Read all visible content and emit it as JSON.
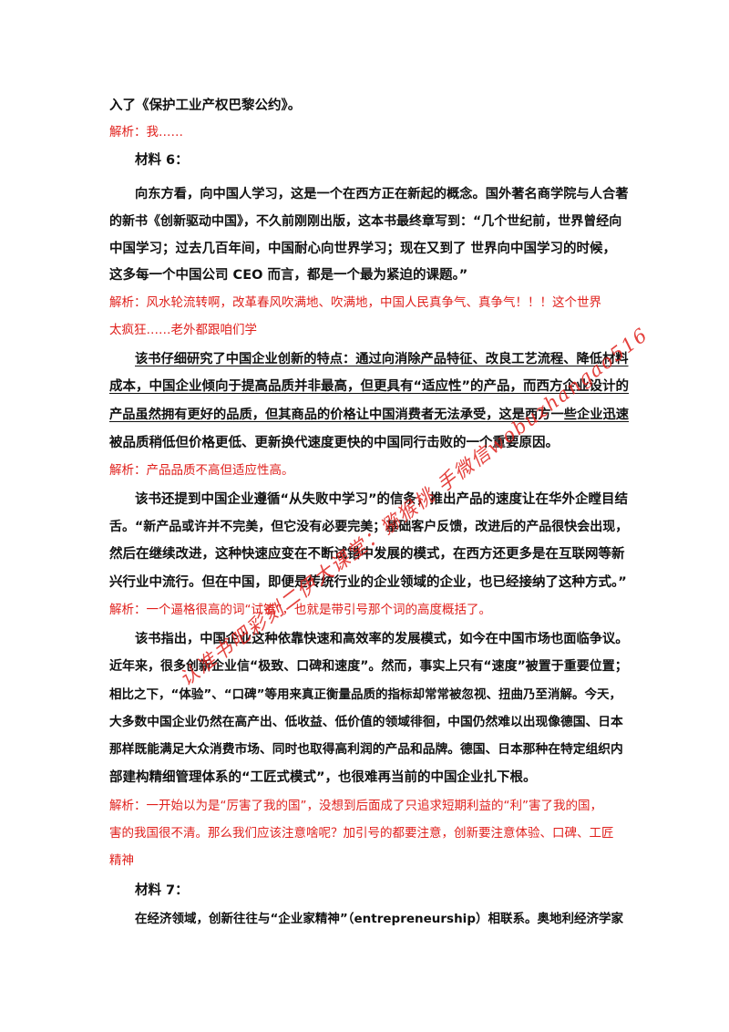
{
  "lines": [
    "入了《保护工业产权巴黎公约》。",
    "解析：我……",
    "材料 6：",
    "向东方看，向中国人学习，这是一个在西方正在新起的概念。国外著名商学院与人合著",
    "的新书《创新驱动中国》，不久前刚刚出版，这本书最终章写到：“几个世纪前，世界曾经向",
    "中国学习；过去几百年间，中国耐心向世界学习；现在又到了 世界向中国学习的时候，",
    "这多每一个中国公司 CEO 而言，都是一个最为紧迫的课题。”",
    "解析：风水轮流转啊，改革春风吹满地、吹满地，中国人民真争气、真争气！！！这个世界",
    "太疯狂……老外都跟咱们学",
    "该书仔细研究了中国企业创新的特点：通过向消除产品特征、改良工艺流程、降低材料",
    "成本，中国企业倾向于提高品质并非最高，但更具有“适应性”的产品，而西方企业设计的",
    "产品虽然拥有更好的品质，但其商品的价格让中国消费者无法承受，这是西方一些企业迅速",
    "被品质稍低但价格更低、更新换代速度更快的中国同行击败的一个重要原因。",
    "解析：产品品质不高但适应性高。",
    "该书还提到中国企业遵循“从失败中学习”的信条，推出产品的速度让在华外企瞠目结",
    "舌。“新产品或许并不完美，但它没有必要完美；基础客户反馈，改进后的产品很快会出现，",
    "然后在继续改进，这种快速应变在不断试错中发展的模式，在西方还更多是在互联网等新",
    "兴行业中流行。但在中国，即便是传统行业的企业领域的企业，也已经接纳了这种方式。”",
    "解析：一个逼格很高的词“试错”，也就是带引号那个词的高度概括了。",
    "该书指出，中国企业这种依靠快速和高效率的发展模式，如今在中国市场也面临争议。",
    "近年来，很多创新企业信“极致、口碑和速度”。然而，事实上只有“速度”被置于重要位置；",
    "相比之下，“体验”、“口碑”等用来真正衡量品质的指标却常常被忽视、扭曲乃至消解。今天，",
    "大多数中国企业仍然在高产出、低收益、低价值的领域徘徊，中国仍然难以出现像德国、日本",
    "那样既能满足大众消费市场、同时也取得高利润的产品和品牌。德国、日本那种在特定组织内",
    "部建构精细管理体系的“工匠式模式”，也很难再当前的中国企业扎下根。",
    "解析：一开始以为是“厉害了我的国”，没想到后面成了只追求短期利益的“利”害了我的国，",
    "害的我国很不清。那么我们应该注意啥呢？加引号的都要注意，创新要注意体验、口碑、工匠",
    "精神",
    "材料 7：",
    "在经济领域，创新往往与“企业家精神”（entrepreneurship）相联系。奥地利经济学家"
  ],
  "watermark": "认准书吧彩刻二伊大课堂：猕猴桃 手微信wobuzhangao516"
}
